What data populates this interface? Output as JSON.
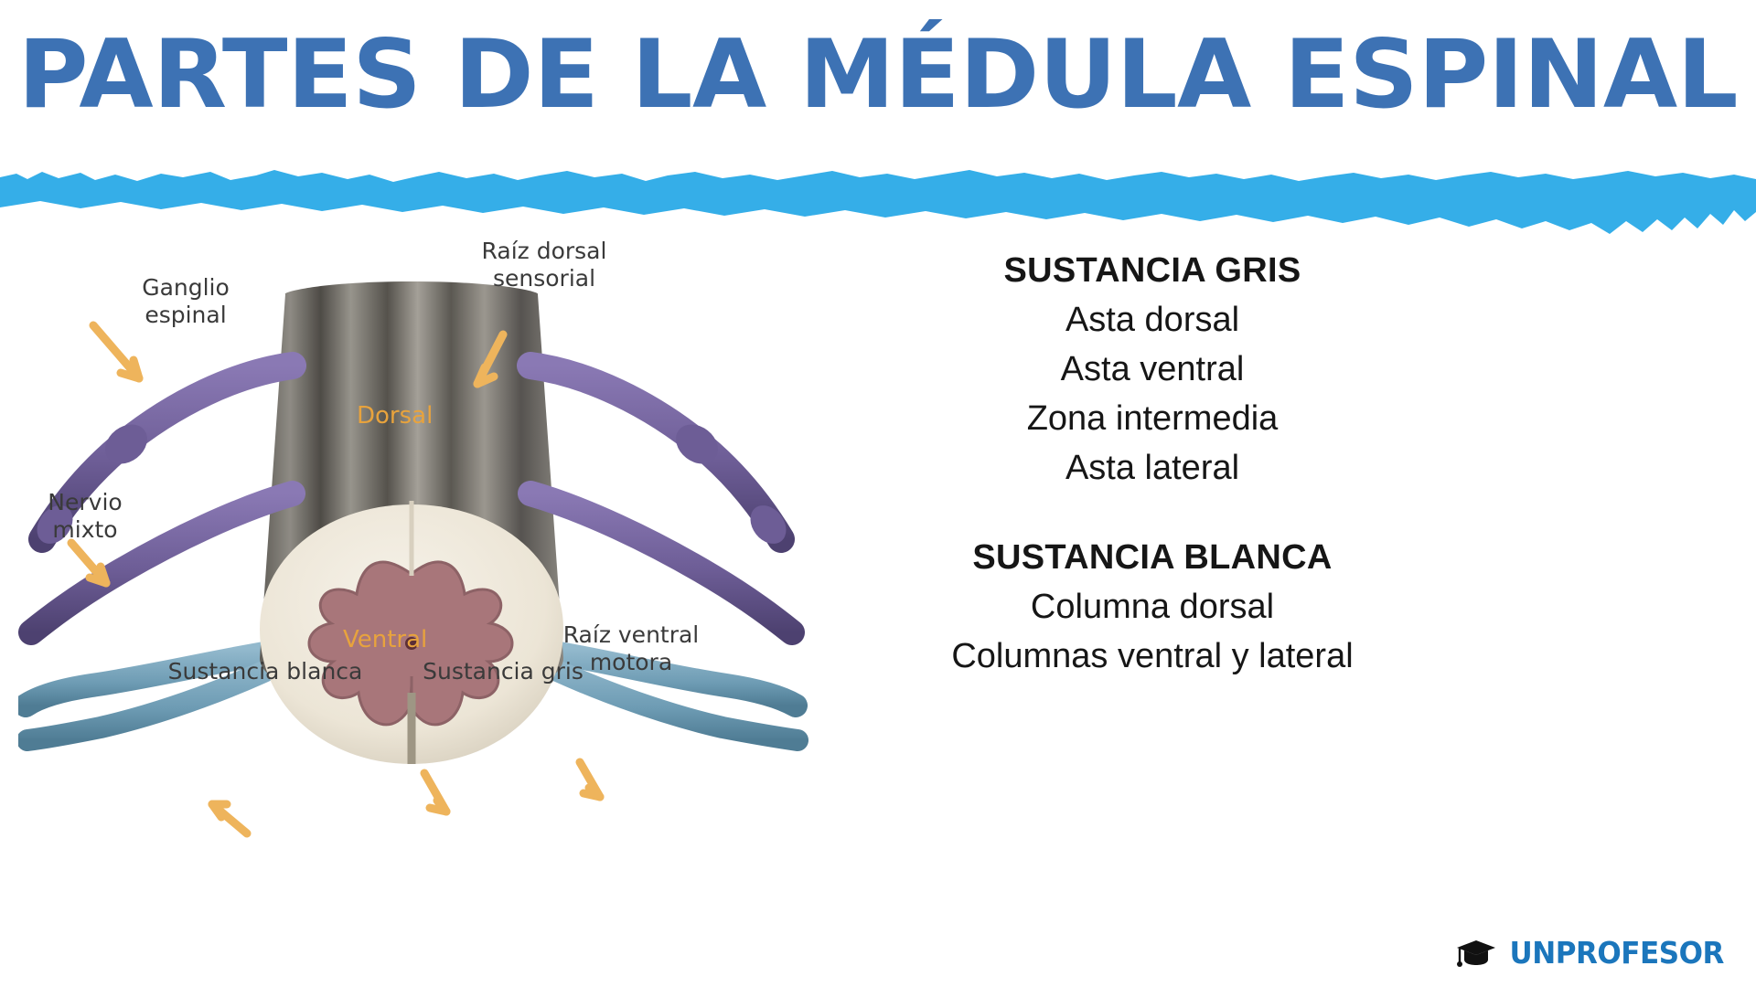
{
  "title": "PARTES DE LA MÉDULA ESPINAL",
  "colors": {
    "title_blue": "#3d72b4",
    "divider_blue": "#35aee8",
    "body_text": "#161616",
    "diagram_label": "#3a3a3a",
    "orientation_orange": "#e8a33d",
    "logo_blue": "#1b76bc",
    "gray_matter": "#a8767a",
    "white_matter": "#efe9dd",
    "dorsal_root_purple": "#6f5f9a",
    "ventral_root_blue": "#6f9cb5",
    "cord_body_gray": "#8d8a83"
  },
  "diagram": {
    "labels": [
      {
        "name": "ganglio-espinal",
        "text": "Ganglio\nespinal"
      },
      {
        "name": "raiz-dorsal-sensorial",
        "text": "Raíz dorsal\nsensorial"
      },
      {
        "name": "nervio-mixto",
        "text": "Nervio\nmixto"
      },
      {
        "name": "sustancia-blanca",
        "text": "Sustancia blanca"
      },
      {
        "name": "sustancia-gris",
        "text": "Sustancia gris"
      },
      {
        "name": "raiz-ventral-motora",
        "text": "Raíz ventral\nmotora"
      }
    ],
    "orientation": {
      "dorsal": "Dorsal",
      "ventral": "Ventral"
    }
  },
  "content": {
    "sections": [
      {
        "heading": "SUSTANCIA GRIS",
        "items": [
          "Asta dorsal",
          "Asta ventral",
          "Zona intermedia",
          "Asta lateral"
        ]
      },
      {
        "heading": "SUSTANCIA BLANCA",
        "items": [
          "Columna dorsal",
          "Columnas ventral y lateral"
        ]
      }
    ]
  },
  "logo": {
    "text": "UNPROFESOR",
    "icon": "graduation-cap-icon"
  }
}
